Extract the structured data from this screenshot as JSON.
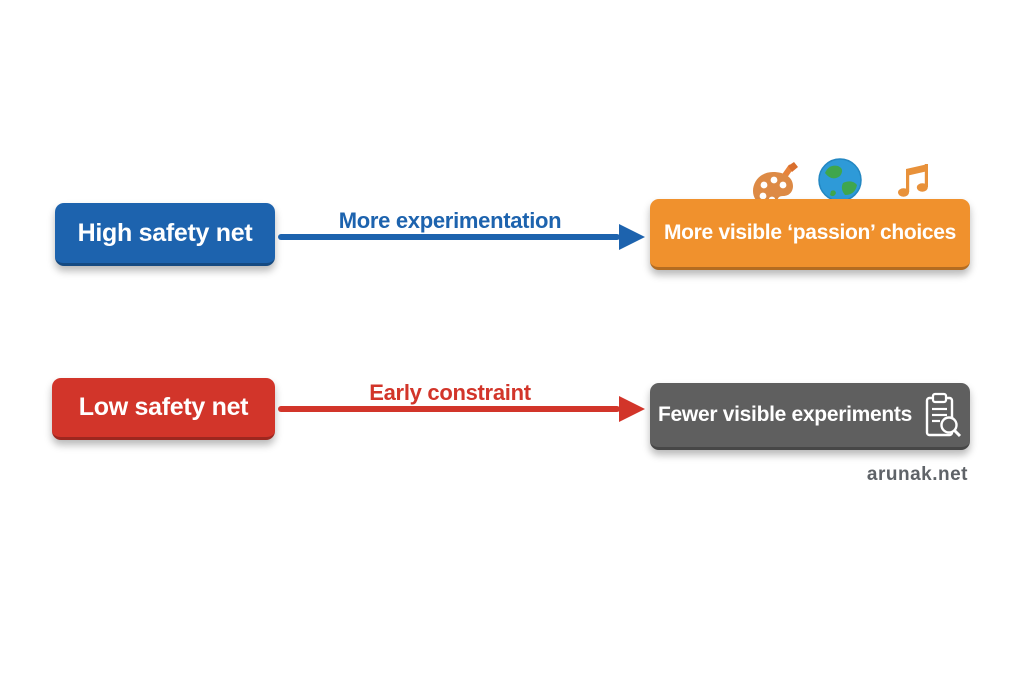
{
  "rows": [
    {
      "left_label": "High safety net",
      "arrow_label": "More experimentation",
      "right_label": "More visible ‘passion’ choices"
    },
    {
      "left_label": "Low safety net",
      "arrow_label": "Early constraint",
      "right_label": "Fewer visible experiments"
    }
  ],
  "watermark": "arunak.net",
  "colors": {
    "blue": "#1d63ae",
    "orange": "#f0912d",
    "red": "#d2352a",
    "gray": "#5f5f5f"
  },
  "icons": {
    "above_orange_box": [
      "palette-icon",
      "globe-icon",
      "music-note-icon"
    ],
    "in_gray_box": "clipboard-search-icon"
  }
}
